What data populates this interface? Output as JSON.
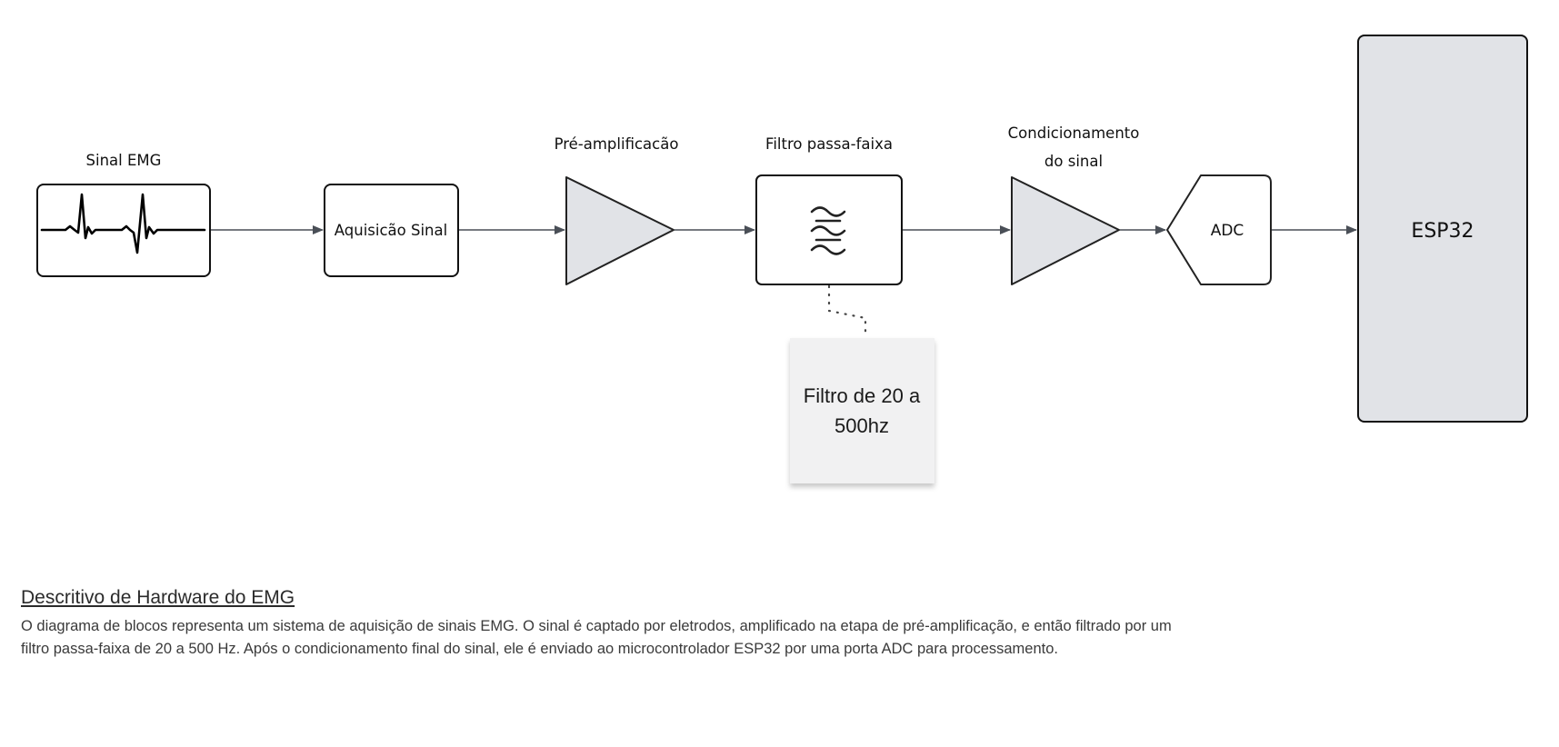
{
  "diagram": {
    "blocks": {
      "emg_signal": {
        "label": "Sinal EMG"
      },
      "acquisition": {
        "label": "Aquisicão Sinal"
      },
      "preamp": {
        "label": "Pré-amplificacão"
      },
      "bandpass": {
        "label": "Filtro passa-faixa"
      },
      "conditioning": {
        "label_line1": "Condicionamento",
        "label_line2": "do sinal"
      },
      "adc": {
        "label": "ADC"
      },
      "esp32": {
        "label": "ESP32"
      }
    },
    "note": {
      "line1": "Filtro de 20 a",
      "line2": "500hz"
    },
    "colors": {
      "block_fill": "#e1e3e7",
      "stroke": "#222222",
      "connector": "#4a4f57",
      "note_fill": "#f1f1f2"
    }
  },
  "description": {
    "title": "Descritivo de Hardware do EMG",
    "body": "O diagrama de blocos representa um sistema de aquisição de sinais EMG. O sinal é captado por eletrodos, amplificado na etapa de pré-amplificação, e então filtrado por um filtro passa-faixa de 20 a 500 Hz. Após o condicionamento final do sinal, ele é enviado ao microcontrolador ESP32 por uma porta ADC para processamento."
  }
}
